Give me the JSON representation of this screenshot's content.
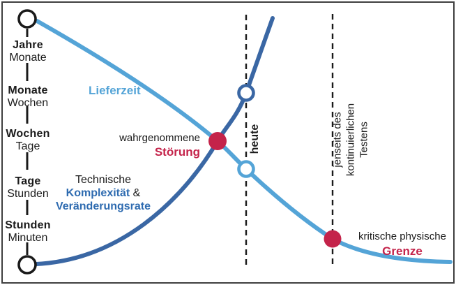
{
  "colors": {
    "light_blue": "#54a4d7",
    "dark_blue": "#3a67a4",
    "blue_text": "#2e6bb0",
    "red": "#c4234a",
    "ink": "#1a1a1a",
    "border": "#3f3f3f"
  },
  "axis": {
    "pairs": [
      {
        "bold": "Jahre",
        "regular": "Monate"
      },
      {
        "bold": "Monate",
        "regular": "Wochen"
      },
      {
        "bold": "Wochen",
        "regular": "Tage"
      },
      {
        "bold": "Tage",
        "regular": "Stunden"
      },
      {
        "bold": "Stunden",
        "regular": "Minuten"
      }
    ]
  },
  "labels": {
    "lieferzeit": "Lieferzeit",
    "disruption_line1": "wahrgenommene",
    "disruption_line2": "Störung",
    "complexity_line1": "Technische",
    "complexity_bold1": "Komplexität",
    "complexity_amp": " &",
    "complexity_bold2": "Veränderungsrate",
    "heute": "heute",
    "beyond_line1": "jenseits des kontinuierlichen",
    "beyond_line2": "Testens",
    "limit_line1": "kritische physische",
    "limit_line2": "Grenze"
  }
}
